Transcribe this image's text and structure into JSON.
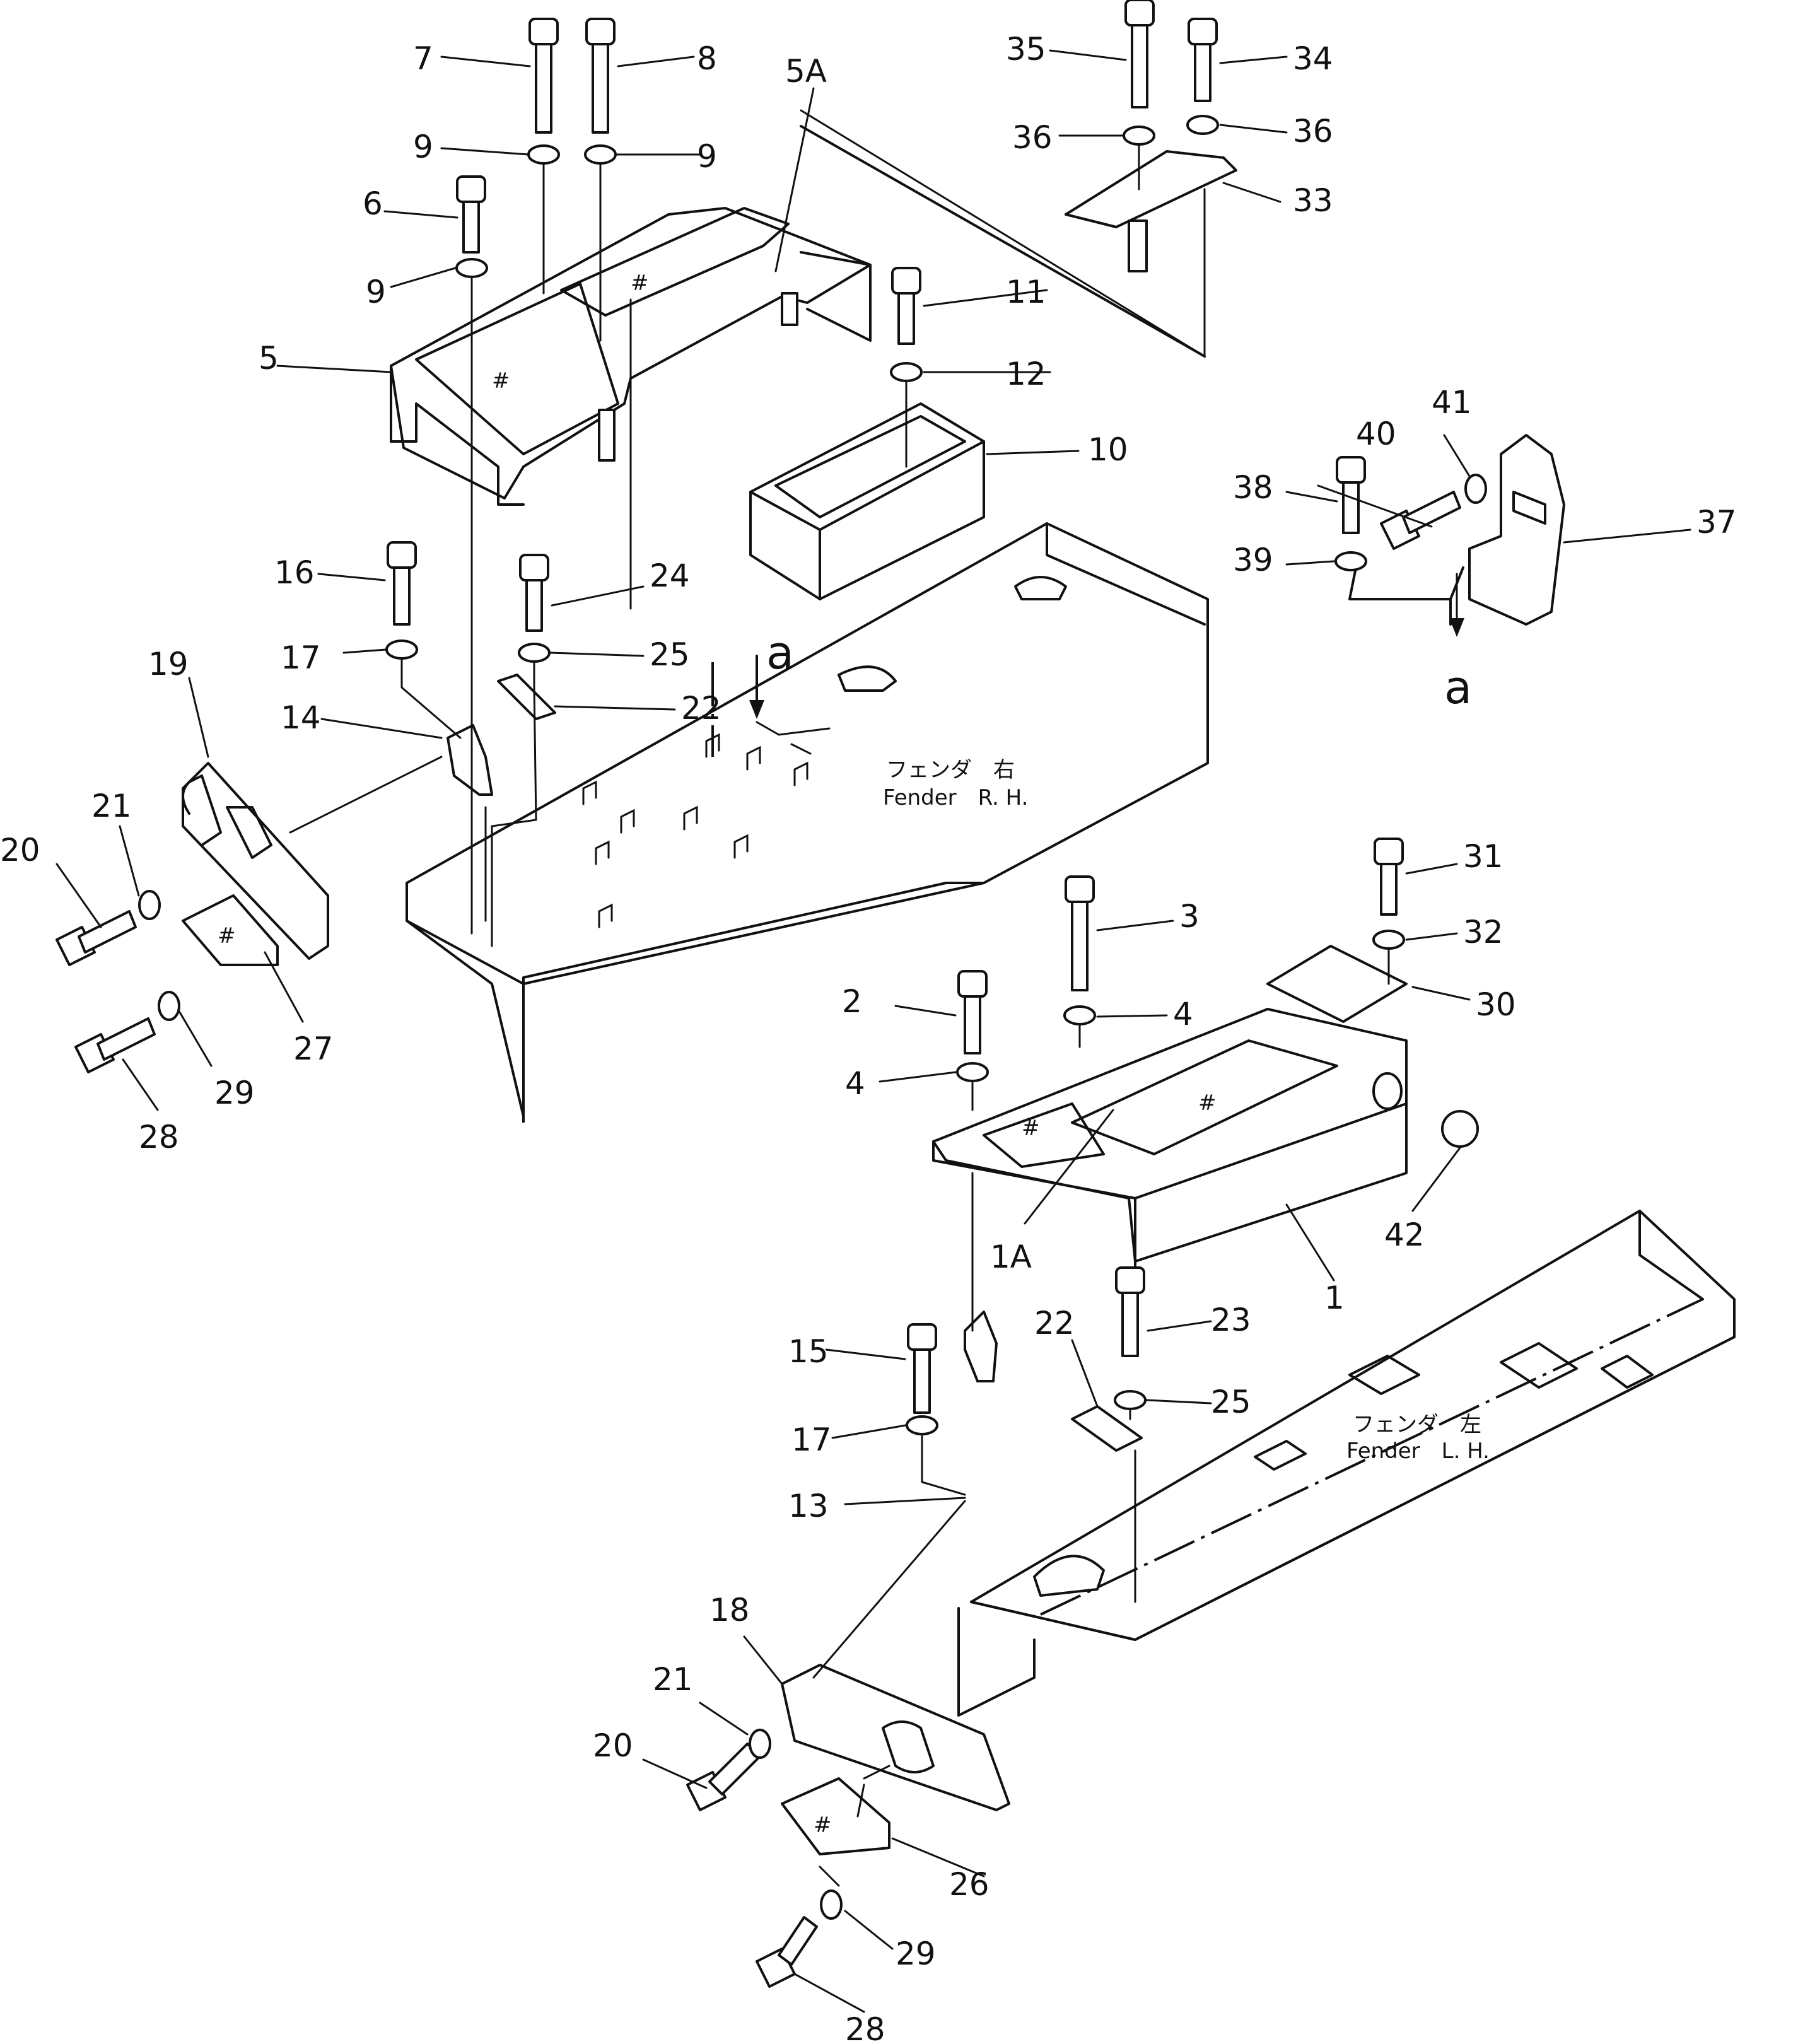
{
  "diagram": {
    "fender_rh": {
      "jp": "フェンダ　右",
      "en": "Fender　R. H."
    },
    "fender_lh": {
      "jp": "フェンダ　左",
      "en": "Fender　L. H."
    },
    "view_marker": "a",
    "view_marker_2": "a"
  },
  "callouts": {
    "c7": "7",
    "c8": "8",
    "c5A": "5A",
    "c35": "35",
    "c34": "34",
    "c9a": "9",
    "c9b": "9",
    "c9c": "9",
    "c36a": "36",
    "c36b": "36",
    "c33": "33",
    "c6": "6",
    "c5": "5",
    "c11": "11",
    "c12": "12",
    "c10": "10",
    "c41": "41",
    "c40": "40",
    "c38": "38",
    "c37": "37",
    "c39": "39",
    "c16": "16",
    "c24": "24",
    "c17a": "17",
    "c25a": "25",
    "c19": "19",
    "c14": "14",
    "c22a": "22",
    "c21a": "21",
    "c20a": "20",
    "c27": "27",
    "c29a": "29",
    "c28a": "28",
    "c31": "31",
    "c3": "3",
    "c32": "32",
    "c2": "2",
    "c4a": "4",
    "c30": "30",
    "c4b": "4",
    "c1A": "1A",
    "c42": "42",
    "c1": "1",
    "c22b": "22",
    "c23": "23",
    "c15": "15",
    "c25b": "25",
    "c17b": "17",
    "c13": "13",
    "c18": "18",
    "c21b": "21",
    "c20b": "20",
    "c26": "26",
    "c29b": "29",
    "c28b": "28"
  }
}
